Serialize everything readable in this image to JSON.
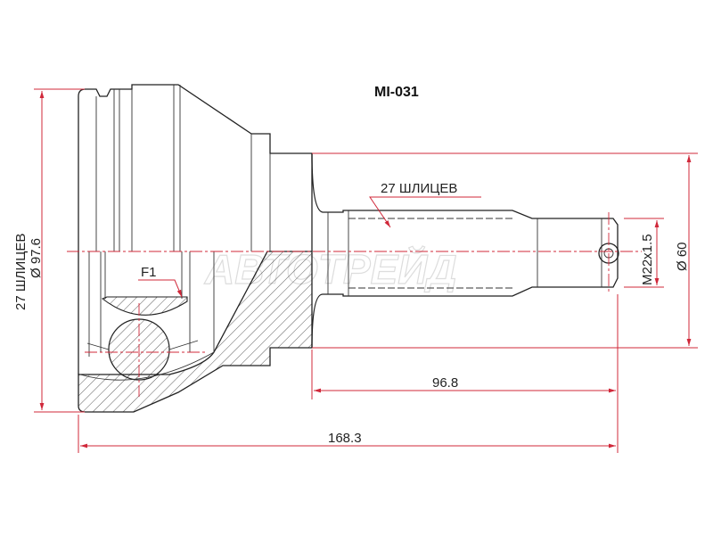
{
  "title": "MI-031",
  "watermark": "АВТОТРЕЙД",
  "labels": {
    "outer_splines": "27  ШЛИЦЕВ",
    "outer_diameter": "Ø 97.6",
    "shaft_splines": "27 ШЛИЦЕВ",
    "thread": "M22x1.5",
    "seal_diameter": "Ø 60",
    "shaft_length": "96.8",
    "total_length": "168.3",
    "f1": "F1"
  },
  "colors": {
    "dimension": "#d0283a",
    "outline": "#222222"
  }
}
